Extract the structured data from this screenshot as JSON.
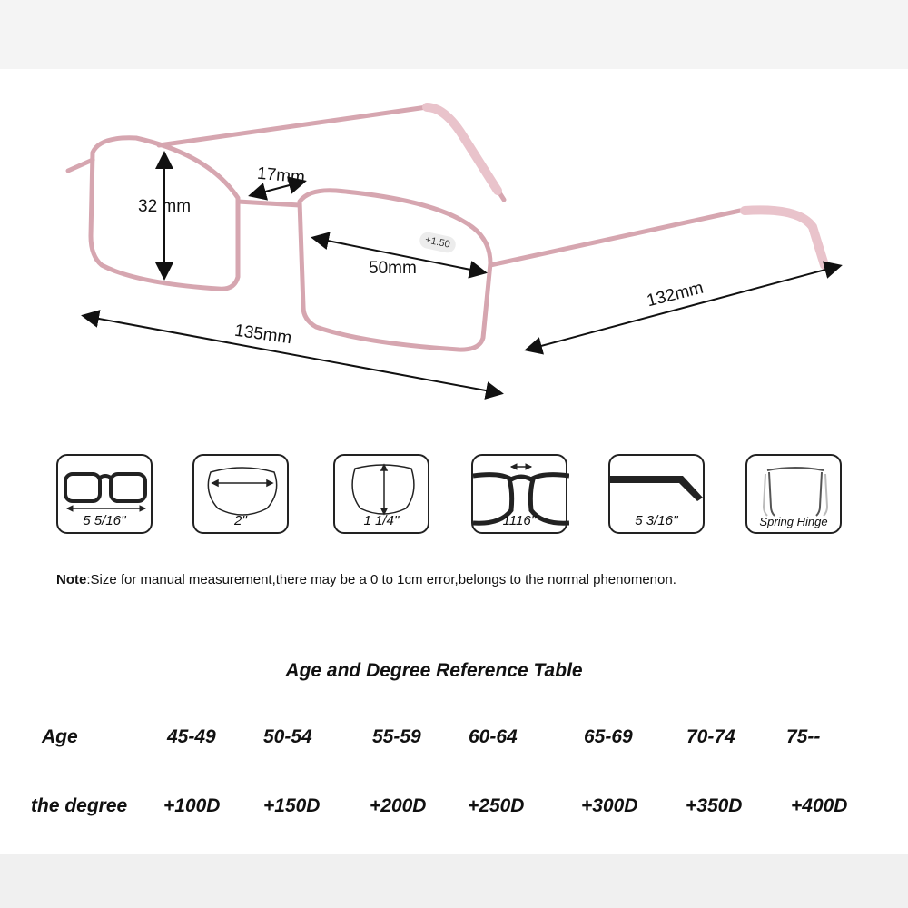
{
  "colors": {
    "frame": "#d6a6b0",
    "frame_dark": "#b98592",
    "arrow": "#111111",
    "icon_stroke": "#222222"
  },
  "dimensions": {
    "lens_height": "32 mm",
    "bridge": "17mm",
    "lens_width": "50mm",
    "frame_width": "135mm",
    "temple_length": "132mm",
    "lens_badge": "+1.50"
  },
  "icons": [
    {
      "icon": "frame-width-icon",
      "label": "5 5/16''"
    },
    {
      "icon": "lens-width-icon",
      "label": "2''"
    },
    {
      "icon": "lens-height-icon",
      "label": "1 1/4''"
    },
    {
      "icon": "bridge-width-icon",
      "label": "1116''"
    },
    {
      "icon": "temple-length-icon",
      "label": "5 3/16''"
    },
    {
      "icon": "spring-hinge-icon",
      "label": "Spring Hinge"
    }
  ],
  "note": {
    "prefix": "Note",
    "text": ":Size for manual measurement,there may be a 0 to 1cm error,belongs to the normal phenomenon."
  },
  "table": {
    "title": "Age and Degree Reference Table",
    "rows": [
      {
        "label": "Age",
        "values": [
          "45-49",
          "50-54",
          "55-59",
          "60-64",
          "65-69",
          "70-74",
          "75--"
        ]
      },
      {
        "label": "the degree",
        "values": [
          "+100D",
          "+150D",
          "+200D",
          "+250D",
          "+300D",
          "+350D",
          "+400D"
        ]
      }
    ]
  }
}
